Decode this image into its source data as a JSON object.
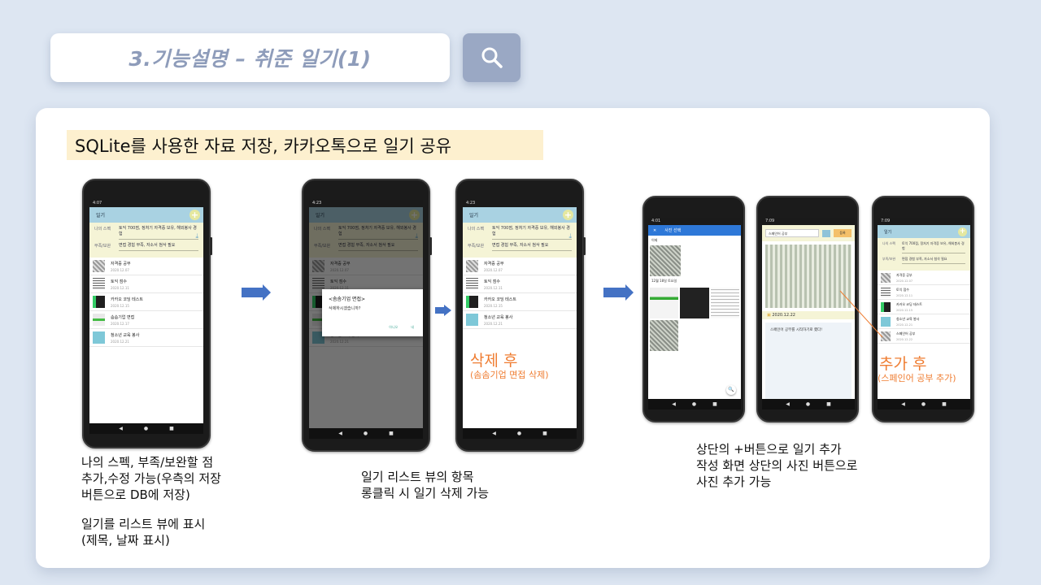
{
  "header": {
    "title": "3.기능설명 – 취준 일기(1)"
  },
  "subtitle": "SQLite를 사용한 자료 저장, 카카오톡으로 일기 공유",
  "phone_app": {
    "status_times": [
      "4:07",
      "4:23",
      "4:23",
      "4:01",
      "7:09",
      "7:09"
    ],
    "app_title": "일기",
    "spec_label": "나의 스펙",
    "spec_value": "토익 700점, 정처기 자격증 보유, 해외봉사 경험",
    "lack_label": "부족/보완",
    "lack_value": "면접 경험 부족, 자소서 첨삭 필요",
    "items": [
      {
        "title": "자격증 공부",
        "date": "2020.12.07"
      },
      {
        "title": "토익 점수",
        "date": "2020.12.11"
      },
      {
        "title": "카카오 코딩 테스트",
        "date": "2020.12.15"
      },
      {
        "title": "솜솜기업 면접",
        "date": "2020.12.17"
      },
      {
        "title": "청소년 교육 봉사",
        "date": "2020.12.21"
      }
    ],
    "added_item": {
      "title": "스페인어 공부",
      "date": "2020.12.22"
    },
    "dialog": {
      "title": "<솜솜기업 면접>",
      "message": "삭제하시겠습니까?",
      "no": "아니오",
      "yes": "네"
    },
    "picker": {
      "title": "사진 선택",
      "recent": "이제",
      "date_label": "12월 18일 토요일"
    },
    "editor": {
      "input": "스페인어 공부",
      "save": "등록",
      "date": "2020.12.22",
      "text": "스페인어 공부를 시작하기로 했다!"
    }
  },
  "annotations": {
    "delete_after": "삭제 후",
    "delete_detail": "(솜솜기업 면접 삭제)",
    "add_after": "추가 후",
    "add_detail": "(스페인어 공부 추가)"
  },
  "captions": {
    "c1_line1": "나의 스펙, 부족/보완할 점",
    "c1_line2": "추가,수정 가능(우측의 저장",
    "c1_line3": "버튼으로 DB에 저장)",
    "c1_line4": "일기를 리스트 뷰에 표시",
    "c1_line5": "(제목, 날짜 표시)",
    "c2_line1": "일기 리스트 뷰의 항목",
    "c2_line2": "롱클릭 시 일기 삭제 가능",
    "c3_line1": "상단의 +버튼으로 일기 추가",
    "c3_line2": "작성 화면 상단의 사진 버튼으로",
    "c3_line3": "사진 추가 가능"
  },
  "colors": {
    "title_text": "#8e9cba",
    "search_button": "#9aa8c4",
    "subtitle_bg": "#fdf0cf",
    "arrow": "#4472c4",
    "annotation": "#ef7d32"
  },
  "icons": [
    "search-icon",
    "plus-icon",
    "download-icon",
    "back-icon",
    "home-icon",
    "recent-icon",
    "close-icon",
    "camera-icon",
    "calendar-icon"
  ]
}
